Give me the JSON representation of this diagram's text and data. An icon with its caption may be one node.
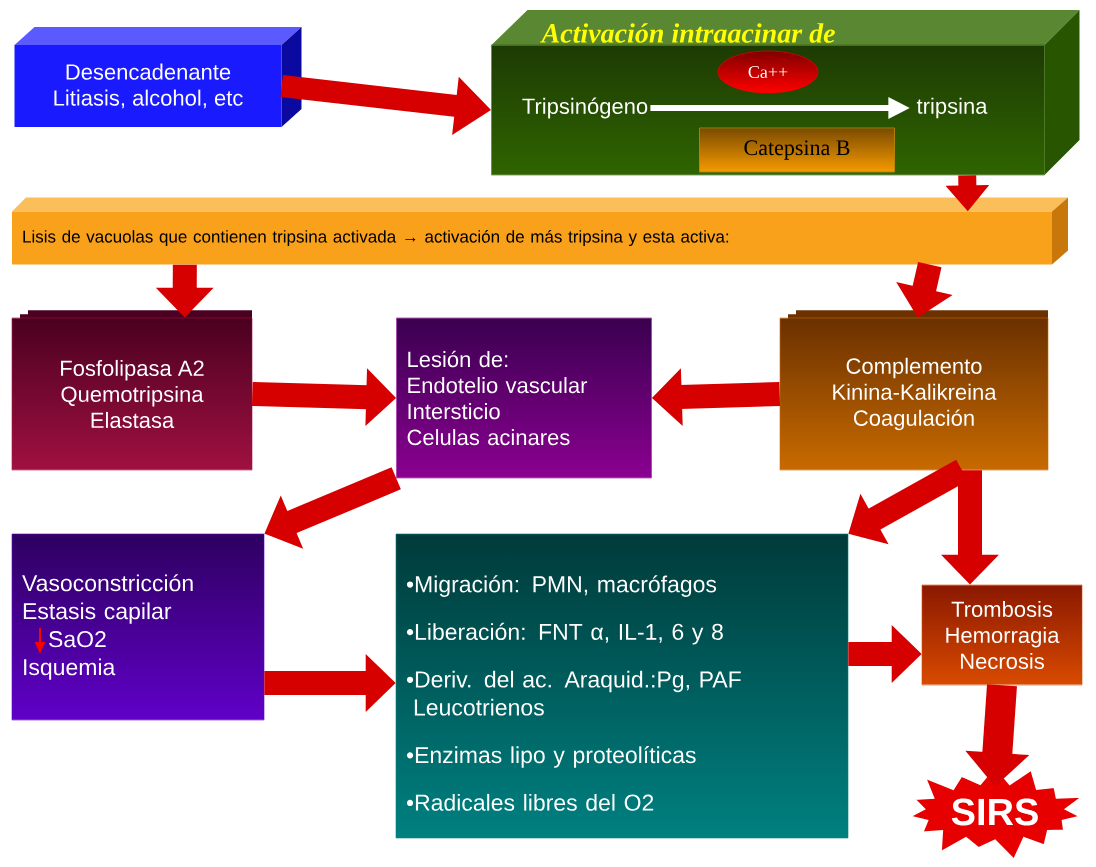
{
  "diagram": {
    "nodes": [
      {
        "text": [
          "Desencadenante",
          "Litiasis, alcohol, etc"
        ]
      },
      {
        "text": [
          "Activación intraacinar de"
        ]
      },
      {
        "text": [
          "Tripsinógeno"
        ],
        "in": 1
      },
      {
        "text": [
          "Ca++"
        ],
        "in": 1
      },
      {
        "text": [
          "tripsina"
        ],
        "in": 1
      },
      {
        "text": [
          "Catepsina B"
        ],
        "in": 1
      },
      {
        "text": [
          "Lisis de vacuolas que contienen tripsina activada  → activación de más tripsina y esta activa:"
        ]
      },
      {
        "text": [
          "Fosfolipasa A2",
          "Quemotripsina",
          "Elastasa"
        ]
      },
      {
        "text": [
          "Lesión de:",
          "Endotelio vascular",
          "Intersticio",
          "Celulas acinares"
        ]
      },
      {
        "text": [
          "Complemento",
          "Kinina-Kalikreina",
          "Coagulación"
        ]
      },
      {
        "text": [
          "Vasoconstricción",
          "Estasis capilar",
          "SaO2",
          "Isquemia"
        ]
      },
      {
        "text": [
          "•Migración: PMN, macrófagos",
          "•Liberación:  FNT α, IL-1, 6 y 8",
          "•Deriv. del ac. Araquid.:Pg, PAF Leucotrienos",
          "•Enzimas lipo y proteolíticas",
          "•Radicales libres del O2"
        ]
      },
      {
        "text": [
          "Trombosis",
          "Hemorragia",
          "Necrosis"
        ]
      },
      {
        "text": [
          "SIRS"
        ]
      }
    ],
    "edges": [
      {
        "from": 0,
        "to": 1,
        "arrow": "to"
      },
      {
        "from": 1,
        "to": 6,
        "arrow": "to"
      },
      {
        "from": 2,
        "to": 4,
        "arrow": "to",
        "color": "#ffffff"
      },
      {
        "from": 6,
        "to": 7,
        "arrow": "to"
      },
      {
        "from": 6,
        "to": 9,
        "arrow": "to"
      },
      {
        "from": 7,
        "to": 8,
        "arrow": "to"
      },
      {
        "from": 9,
        "to": 8,
        "arrow": "to"
      },
      {
        "from": 8,
        "to": 10,
        "arrow": "to"
      },
      {
        "from": 10,
        "to": 11,
        "arrow": "to"
      },
      {
        "from": 9,
        "to": 11,
        "arrow": "to"
      },
      {
        "from": 9,
        "to": 12,
        "arrow": "to"
      },
      {
        "from": 11,
        "to": 12,
        "arrow": "to"
      },
      {
        "from": 12,
        "to": 13,
        "arrow": "to"
      }
    ]
  }
}
